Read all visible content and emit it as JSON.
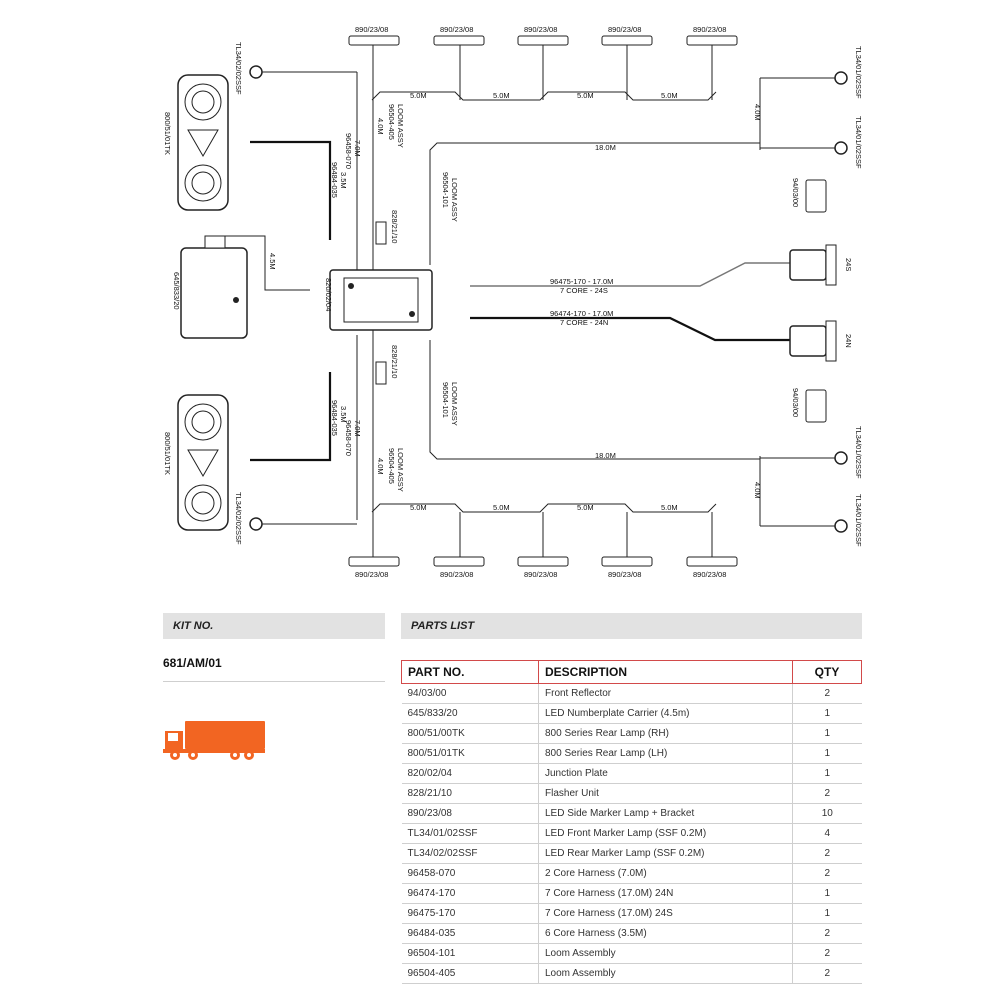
{
  "diagram": {
    "marker_top": [
      "890/23/08",
      "890/23/08",
      "890/23/08",
      "890/23/08",
      "890/23/08"
    ],
    "marker_bottom": [
      "890/23/08",
      "890/23/08",
      "890/23/08",
      "890/23/08",
      "890/23/08"
    ],
    "span_top": [
      "5.0M",
      "5.0M",
      "5.0M",
      "5.0M"
    ],
    "span_bottom": [
      "5.0M",
      "5.0M",
      "5.0M",
      "5.0M"
    ],
    "rear_marker_top": "TL34/02/02SSF",
    "rear_marker_bottom": "TL34/02/02SSF",
    "rear_lamp_top": "800/51/01TK",
    "rear_lamp_bottom": "800/51/01TK",
    "plate_carrier": "645/833/20",
    "junction_plate": "820/02/04",
    "loom_top_a": "LOOM ASSY",
    "loom_top_b": "96504-405",
    "loom_top_len": "4.0M",
    "loom_bot_a": "LOOM ASSY",
    "loom_bot_b": "96504-405",
    "loom_bot_len": "4.0M",
    "harness_2c_top_a": "7.0M",
    "harness_2c_top_b": "96458-070",
    "harness_2c_bot_a": "7.0M",
    "harness_2c_bot_b": "96458-070",
    "harness_6c_top_a": "3.5M",
    "harness_6c_top_b": "96484-035",
    "harness_6c_bot_a": "3.5M",
    "harness_6c_bot_b": "96484-035",
    "flasher_top": "828/21/10",
    "flasher_bot": "828/21/10",
    "plate_len": "4.5M",
    "loom101_top_a": "LOOM ASSY",
    "loom101_top_b": "96504-101",
    "loom101_bot_a": "LOOM ASSY",
    "loom101_bot_b": "96504-101",
    "run_top": "18.0M",
    "run_bottom": "18.0M",
    "front_top_1": "TL34/01/02SSF",
    "front_top_2": "TL34/01/02SSF",
    "front_bot_1": "TL34/01/02SSF",
    "front_bot_2": "TL34/01/02SSF",
    "front_len_top": "4.0M",
    "front_len_bot": "4.0M",
    "reflector_top": "94/03/00",
    "reflector_bot": "94/03/00",
    "h24s_a": "96475-170 - 17.0M",
    "h24s_b": "7 CORE - 24S",
    "h24n_a": "96474-170 - 17.0M",
    "h24n_b": "7 CORE - 24N",
    "socket_24s": "24S",
    "socket_24n": "24N"
  },
  "kit": {
    "header": "KIT NO.",
    "number": "681/AM/01",
    "icon": "truck-icon",
    "accent": "#f26522"
  },
  "parts": {
    "header": "PARTS LIST",
    "columns": [
      "PART NO.",
      "DESCRIPTION",
      "QTY"
    ],
    "rows": [
      [
        "94/03/00",
        "Front Reflector",
        "2"
      ],
      [
        "645/833/20",
        "LED Numberplate Carrier (4.5m)",
        "1"
      ],
      [
        "800/51/00TK",
        "800 Series Rear Lamp (RH)",
        "1"
      ],
      [
        "800/51/01TK",
        "800 Series Rear Lamp (LH)",
        "1"
      ],
      [
        "820/02/04",
        "Junction Plate",
        "1"
      ],
      [
        "828/21/10",
        "Flasher Unit",
        "2"
      ],
      [
        "890/23/08",
        "LED Side Marker Lamp + Bracket",
        "10"
      ],
      [
        "TL34/01/02SSF",
        "LED Front Marker Lamp (SSF 0.2M)",
        "4"
      ],
      [
        "TL34/02/02SSF",
        "LED Rear Marker Lamp (SSF 0.2M)",
        "2"
      ],
      [
        "96458-070",
        "2 Core Harness (7.0M)",
        "2"
      ],
      [
        "96474-170",
        "7 Core Harness (17.0M) 24N",
        "1"
      ],
      [
        "96475-170",
        "7 Core Harness (17.0M) 24S",
        "1"
      ],
      [
        "96484-035",
        "6 Core Harness (3.5M)",
        "2"
      ],
      [
        "96504-101",
        "Loom Assembly",
        "2"
      ],
      [
        "96504-405",
        "Loom Assembly",
        "2"
      ]
    ]
  }
}
